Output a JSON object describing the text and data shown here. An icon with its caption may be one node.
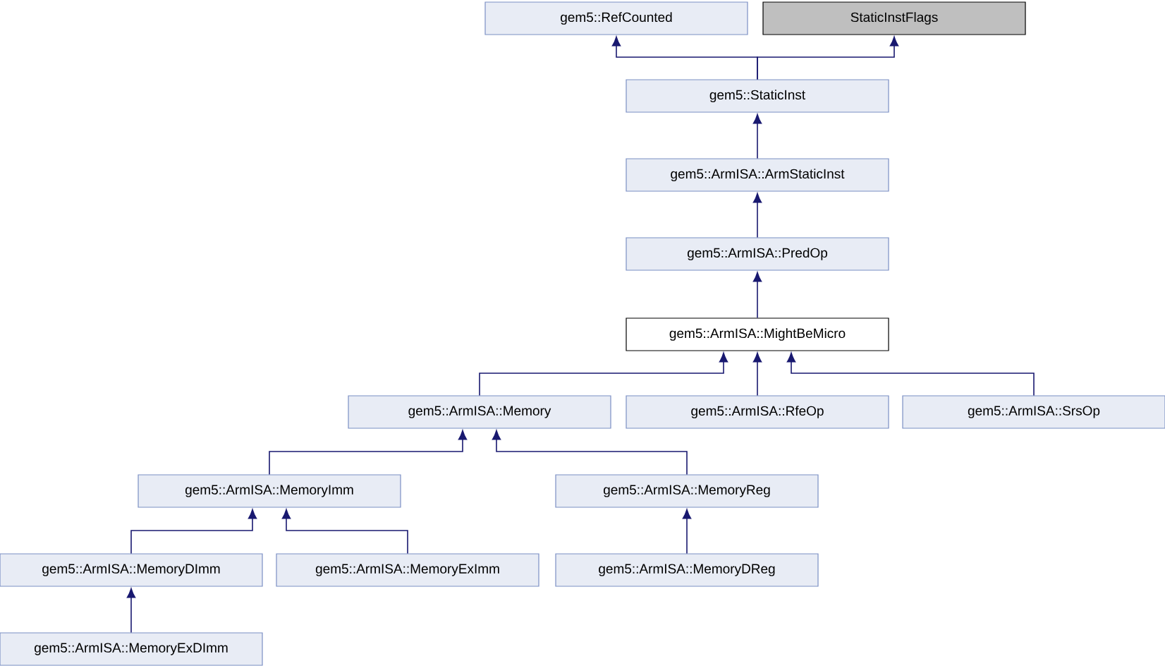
{
  "diagram": {
    "nodes": [
      {
        "text": [
          "gem5::RefCounted"
        ]
      },
      {
        "text": [
          "StaticInstFlags"
        ]
      },
      {
        "text": [
          "gem5::StaticInst"
        ]
      },
      {
        "text": [
          "gem5::ArmISA::ArmStaticInst"
        ]
      },
      {
        "text": [
          "gem5::ArmISA::PredOp"
        ]
      },
      {
        "text": [
          "gem5::ArmISA::MightBeMicro"
        ]
      },
      {
        "text": [
          "gem5::ArmISA::Memory"
        ]
      },
      {
        "text": [
          "gem5::ArmISA::RfeOp"
        ]
      },
      {
        "text": [
          "gem5::ArmISA::SrsOp"
        ]
      },
      {
        "text": [
          "gem5::ArmISA::MemoryImm"
        ]
      },
      {
        "text": [
          "gem5::ArmISA::MemoryReg"
        ]
      },
      {
        "text": [
          "gem5::ArmISA::MemoryDImm"
        ]
      },
      {
        "text": [
          "gem5::ArmISA::MemoryExImm"
        ]
      },
      {
        "text": [
          "gem5::ArmISA::MemoryDReg"
        ]
      },
      {
        "text": [
          "gem5::ArmISA::MemoryExDImm"
        ]
      }
    ],
    "edges": [
      {
        "from": 2,
        "to": 0,
        "arrow": "to"
      },
      {
        "from": 2,
        "to": 1,
        "arrow": "to"
      },
      {
        "from": 3,
        "to": 2,
        "arrow": "to"
      },
      {
        "from": 4,
        "to": 3,
        "arrow": "to"
      },
      {
        "from": 5,
        "to": 4,
        "arrow": "to"
      },
      {
        "from": 6,
        "to": 5,
        "arrow": "to"
      },
      {
        "from": 7,
        "to": 5,
        "arrow": "to"
      },
      {
        "from": 8,
        "to": 5,
        "arrow": "to"
      },
      {
        "from": 9,
        "to": 6,
        "arrow": "to"
      },
      {
        "from": 10,
        "to": 6,
        "arrow": "to"
      },
      {
        "from": 11,
        "to": 9,
        "arrow": "to"
      },
      {
        "from": 12,
        "to": 9,
        "arrow": "to"
      },
      {
        "from": 13,
        "to": 10,
        "arrow": "to"
      },
      {
        "from": 14,
        "to": 11,
        "arrow": "to"
      }
    ]
  }
}
